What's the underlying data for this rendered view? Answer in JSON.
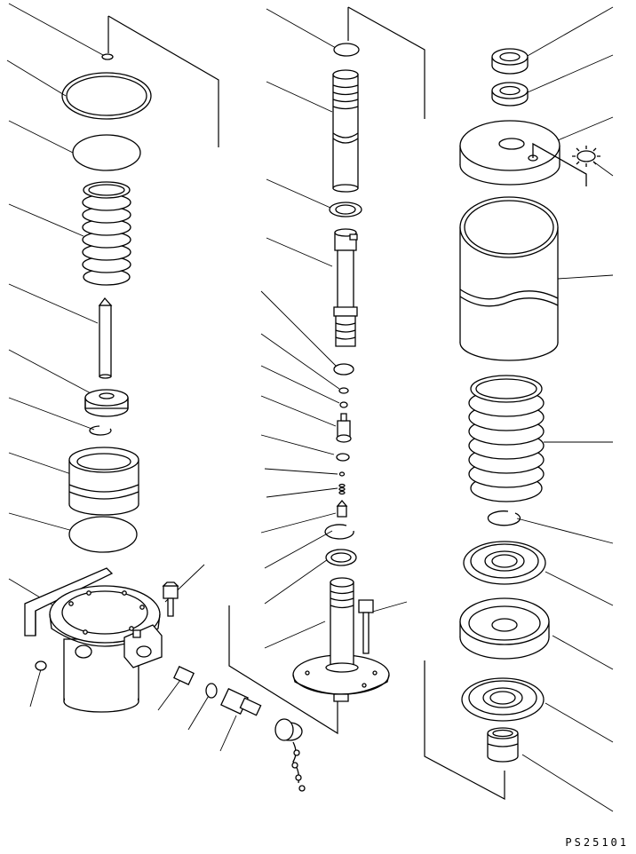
{
  "drawing": {
    "code": "PS25101"
  },
  "parts": [
    {
      "id": "left-1",
      "shape": "small-plug"
    },
    {
      "id": "left-2",
      "shape": "o-ring"
    },
    {
      "id": "left-3",
      "shape": "disc"
    },
    {
      "id": "left-4",
      "shape": "bellows"
    },
    {
      "id": "left-5",
      "shape": "rod"
    },
    {
      "id": "left-6",
      "shape": "cap"
    },
    {
      "id": "left-7",
      "shape": "snap-ring"
    },
    {
      "id": "left-8",
      "shape": "piston"
    },
    {
      "id": "left-9",
      "shape": "disc"
    },
    {
      "id": "left-10",
      "shape": "housing"
    },
    {
      "id": "mid-1",
      "shape": "disc"
    },
    {
      "id": "mid-2",
      "shape": "shaft"
    },
    {
      "id": "mid-3",
      "shape": "washer"
    },
    {
      "id": "mid-4",
      "shape": "valve-stem"
    },
    {
      "id": "right-1",
      "shape": "nut"
    },
    {
      "id": "right-2",
      "shape": "nut"
    },
    {
      "id": "right-3",
      "shape": "plate"
    },
    {
      "id": "right-4",
      "shape": "cylinder"
    },
    {
      "id": "right-5",
      "shape": "bellows"
    },
    {
      "id": "right-6",
      "shape": "snap-ring"
    }
  ]
}
